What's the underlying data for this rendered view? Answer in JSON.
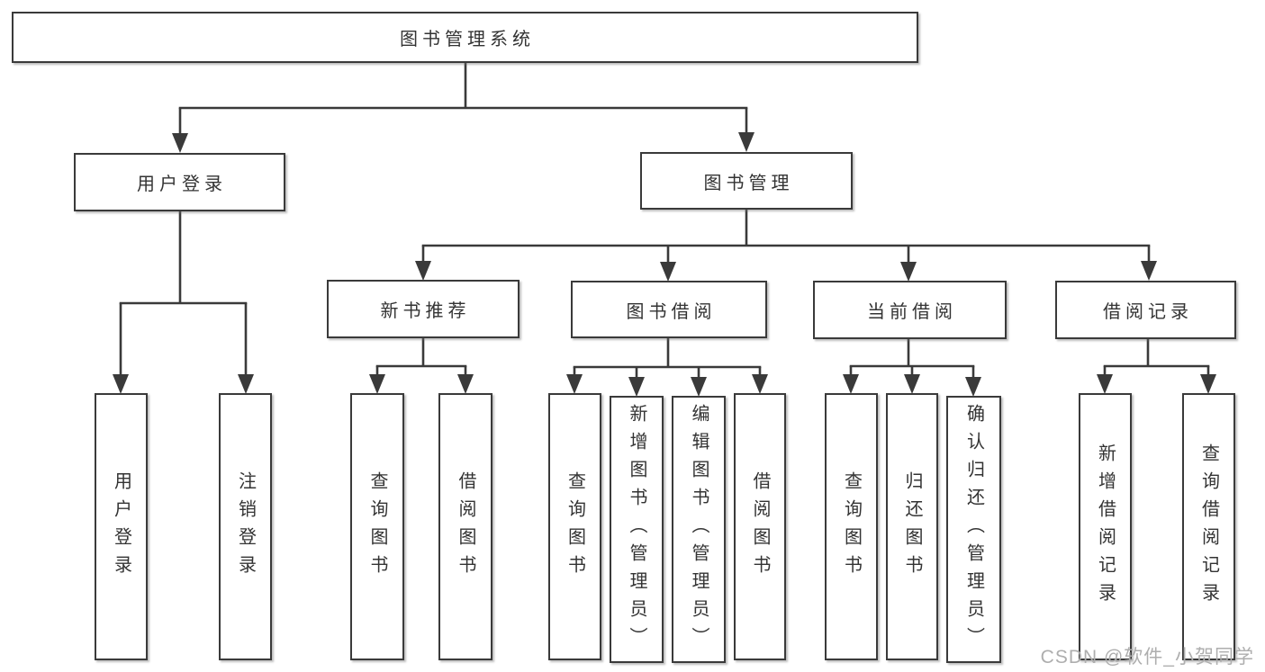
{
  "diagram": {
    "root": "图书管理系统",
    "level1": {
      "user_login": "用户登录",
      "book_mgmt": "图书管理"
    },
    "level2": {
      "new_book_rec": "新书推荐",
      "book_borrow": "图书借阅",
      "current_borrow": "当前借阅",
      "borrow_record": "借阅记录"
    },
    "leaves": {
      "user_login_leaf": "用户登录",
      "logout": "注销登录",
      "query_book_nb": "查询图书",
      "borrow_book_nb": "借阅图书",
      "query_book_bb": "查询图书",
      "add_book_admin": "新增图书（管理员）",
      "edit_book_admin": "编辑图书（管理员）",
      "borrow_book_bb": "借阅图书",
      "query_book_cb": "查询图书",
      "return_book": "归还图书",
      "confirm_return_admin": "确认归还（管理员）",
      "add_borrow_record": "新增借阅记录",
      "query_borrow_record": "查询借阅记录"
    }
  },
  "watermark": "CSDN @软件_小贺同学",
  "colors": {
    "line": "#3a3a3a",
    "text": "#333333",
    "watermark": "#aeaeae",
    "background": "#ffffff"
  }
}
